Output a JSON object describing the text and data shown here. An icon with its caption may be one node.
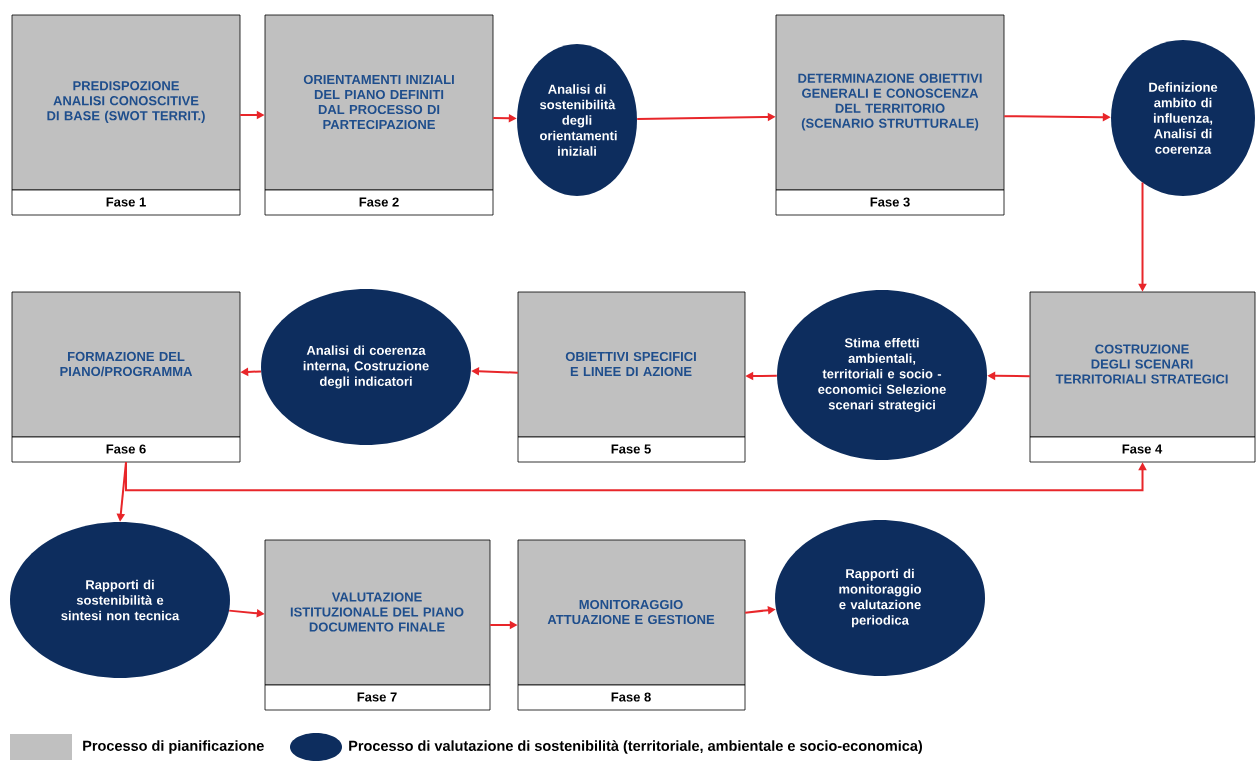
{
  "diagram": {
    "nodes": [
      {
        "text": [
          "PREDISPOZIONE ANALISI CONOSCITIVE DI BASE (SWOT TERRIT.)",
          "Fase 1"
        ]
      },
      {
        "text": [
          "ORIENTAMENTI INIZIALI DEL PIANO DEFINITI DAL PROCESSO DI PARTECIPAZIONE",
          "Fase 2"
        ]
      },
      {
        "text": [
          "Analisi di sostenibilità degli orientamenti iniziali"
        ]
      },
      {
        "text": [
          "DETERMINAZIONE OBIETTIVI GENERALI E CONOSCENZA DEL TERRITORIO (SCENARIO STRUTTURALE)",
          "Fase 3"
        ]
      },
      {
        "text": [
          "Definizione ambito di influenza, Analisi di coerenza"
        ]
      },
      {
        "text": [
          "COSTRUZIONE DEGLI SCENARI TERRITORIALI STRATEGICI",
          "Fase 4"
        ]
      },
      {
        "text": [
          "Stima effetti ambientali, territoriali e socio - economici Selezione scenari strategici"
        ]
      },
      {
        "text": [
          "OBIETTIVI SPECIFICI E LINEE DI AZIONE",
          "Fase 5"
        ]
      },
      {
        "text": [
          "Analisi di coerenza interna, Costruzione degli indicatori"
        ]
      },
      {
        "text": [
          "FORMAZIONE DEL PIANO/PROGRAMMA",
          "Fase 6"
        ]
      },
      {
        "text": [
          "Rapporti di sostenibilità e sintesi non tecnica"
        ]
      },
      {
        "text": [
          "VALUTAZIONE ISTITUZIONALE DEL PIANO DOCUMENTO FINALE",
          "Fase 7"
        ]
      },
      {
        "text": [
          "MONITORAGGIO ATTUAZIONE E GESTIONE",
          "Fase 8"
        ]
      },
      {
        "text": [
          "Rapporti di monitoraggio e valutazione periodica"
        ]
      }
    ],
    "edges": [
      {
        "from": 0,
        "to": 1,
        "arrow": "to"
      },
      {
        "from": 1,
        "to": 2,
        "arrow": "to"
      },
      {
        "from": 2,
        "to": 3,
        "arrow": "to"
      },
      {
        "from": 3,
        "to": 4,
        "arrow": "to"
      },
      {
        "from": 4,
        "to": 5,
        "arrow": "to"
      },
      {
        "from": 5,
        "to": 6,
        "arrow": "to"
      },
      {
        "from": 6,
        "to": 7,
        "arrow": "to"
      },
      {
        "from": 7,
        "to": 8,
        "arrow": "to"
      },
      {
        "from": 8,
        "to": 9,
        "arrow": "to"
      },
      {
        "from": 9,
        "to": 10,
        "arrow": "to"
      },
      {
        "from": 9,
        "to": 5,
        "arrow": "to"
      },
      {
        "from": 10,
        "to": 11,
        "arrow": "to"
      },
      {
        "from": 11,
        "to": 12,
        "arrow": "to"
      },
      {
        "from": 12,
        "to": 13,
        "arrow": "to"
      }
    ],
    "legend": [
      {
        "text": "Processo di pianificazione",
        "color": "#c0c0c0"
      },
      {
        "text": "Processo di valutazione di sostenibilità (territoriale, ambientale e socio-economica)",
        "color": "#0d2d5e"
      }
    ]
  }
}
